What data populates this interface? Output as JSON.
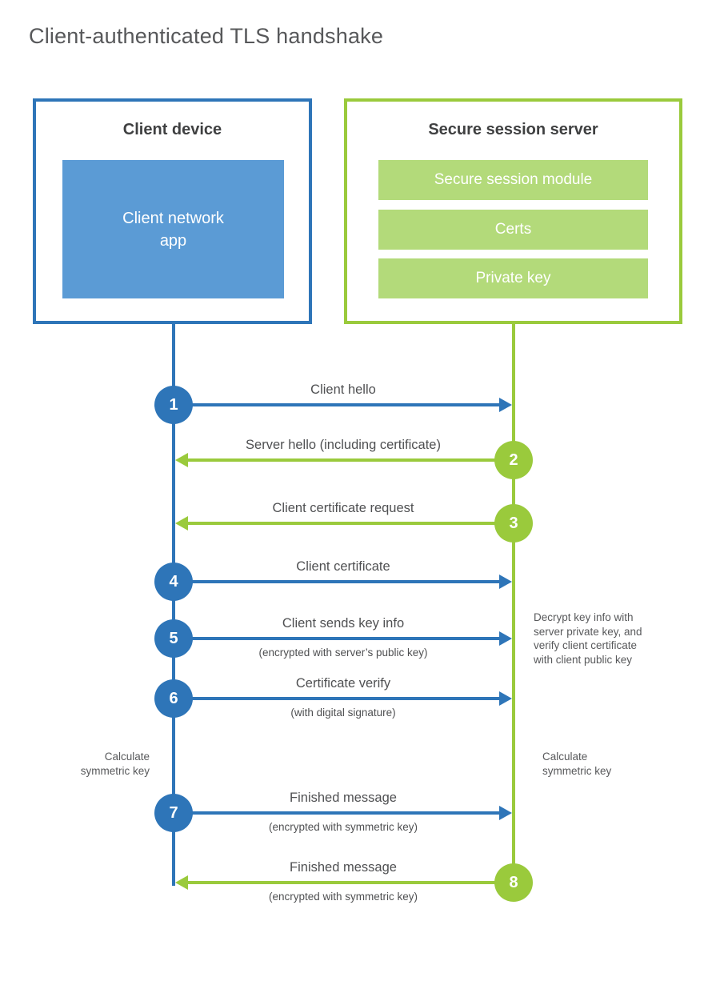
{
  "title": "Client-authenticated TLS handshake",
  "colors": {
    "blue": "#2e75b8",
    "blue_fill": "#5b9bd5",
    "green": "#9aca3c",
    "green_fill": "#b3da7a",
    "heading": "#3f4041",
    "label": "#4f5052",
    "note": "#58595b",
    "title": "#57585a"
  },
  "client_box": {
    "title": "Client device",
    "app_lines": [
      "Client network",
      "app"
    ]
  },
  "server_box": {
    "title": "Secure session server",
    "modules": [
      "Secure session module",
      "Certs",
      "Private key"
    ]
  },
  "messages": [
    {
      "num": "1",
      "direction": "client-to-server",
      "label": "Client hello",
      "sub": ""
    },
    {
      "num": "2",
      "direction": "server-to-client",
      "label": "Server hello (including certificate)",
      "sub": ""
    },
    {
      "num": "3",
      "direction": "server-to-client",
      "label": "Client certificate request",
      "sub": ""
    },
    {
      "num": "4",
      "direction": "client-to-server",
      "label": "Client certificate",
      "sub": ""
    },
    {
      "num": "5",
      "direction": "client-to-server",
      "label": "Client sends key info",
      "sub": "(encrypted with server’s public key)"
    },
    {
      "num": "6",
      "direction": "client-to-server",
      "label": "Certificate verify",
      "sub": "(with digital signature)"
    },
    {
      "num": "7",
      "direction": "client-to-server",
      "label": "Finished message",
      "sub": "(encrypted with symmetric key)"
    },
    {
      "num": "8",
      "direction": "server-to-client",
      "label": "Finished message",
      "sub": "(encrypted with symmetric key)"
    }
  ],
  "notes": {
    "decrypt": {
      "lines": [
        "Decrypt key info with",
        "server private key, and",
        "verify client certificate",
        "with client public key"
      ]
    },
    "calc_left": {
      "lines": [
        "Calculate",
        "symmetric key"
      ]
    },
    "calc_right": {
      "lines": [
        "Calculate",
        "symmetric key"
      ]
    }
  }
}
